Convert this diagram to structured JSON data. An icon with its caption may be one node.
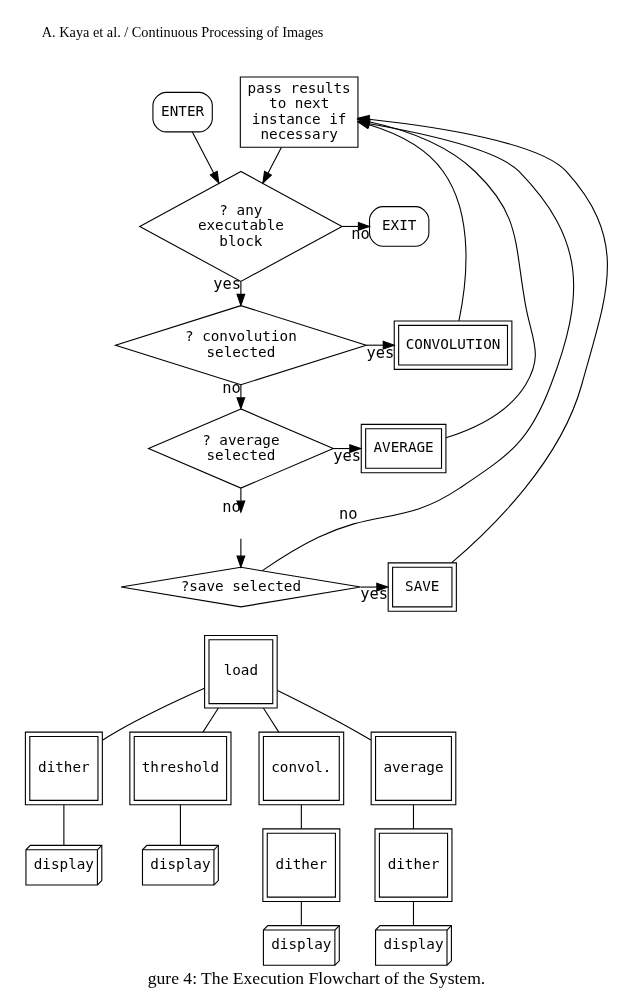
{
  "diagram": {
    "caption": "gure 4: The Execution Flowchart of the System.",
    "nodes": [
      {
        "text": [
          "ENTER"
        ]
      },
      {
        "text": [
          "pass results to next instance if necessary"
        ]
      },
      {
        "text": [
          "? any executable block"
        ]
      },
      {
        "text": [
          "EXIT"
        ]
      },
      {
        "text": [
          "? convolution selected"
        ]
      },
      {
        "text": [
          "CONVOLUTION"
        ]
      },
      {
        "text": [
          "? average selected"
        ]
      },
      {
        "text": [
          "AVERAGE"
        ]
      },
      {
        "text": [
          "?save selected"
        ]
      },
      {
        "text": [
          "SAVE"
        ]
      },
      {
        "text": [
          "load"
        ]
      },
      {
        "text": [
          "dither"
        ]
      },
      {
        "text": [
          "display"
        ]
      },
      {
        "text": [
          "threshold"
        ]
      },
      {
        "text": [
          "display"
        ]
      },
      {
        "text": [
          "convol."
        ]
      },
      {
        "text": [
          "dither"
        ]
      },
      {
        "text": [
          "display"
        ]
      },
      {
        "text": [
          "average"
        ]
      },
      {
        "text": [
          "dither"
        ]
      },
      {
        "text": [
          "display"
        ]
      }
    ],
    "edges": [
      {
        "from": 0,
        "to": 2,
        "arrow": "to"
      },
      {
        "from": 1,
        "to": 2,
        "arrow": "to"
      },
      {
        "from": 2,
        "to": 3,
        "arrow": "to",
        "label": "no"
      },
      {
        "from": 2,
        "to": 4,
        "arrow": "to",
        "label": "yes"
      },
      {
        "from": 4,
        "to": 5,
        "arrow": "to",
        "label": "yes"
      },
      {
        "from": 4,
        "to": 6,
        "arrow": "to",
        "label": "no"
      },
      {
        "from": 6,
        "to": 7,
        "arrow": "to",
        "label": "yes"
      },
      {
        "from": 6,
        "to": null,
        "arrow": "to",
        "label": "no"
      },
      {
        "from": null,
        "to": 8,
        "arrow": "to"
      },
      {
        "from": 8,
        "to": 9,
        "arrow": "to",
        "label": "yes"
      },
      {
        "from": 5,
        "to": 1,
        "arrow": "to"
      },
      {
        "from": 7,
        "to": 1,
        "arrow": "to"
      },
      {
        "from": 9,
        "to": 1,
        "arrow": "to"
      },
      {
        "from": 8,
        "to": 1,
        "arrow": "to",
        "label": "no"
      },
      {
        "from": 10,
        "to": 11,
        "arrow": "none"
      },
      {
        "from": 11,
        "to": 12,
        "arrow": "none"
      },
      {
        "from": 10,
        "to": 13,
        "arrow": "none"
      },
      {
        "from": 13,
        "to": 14,
        "arrow": "none"
      },
      {
        "from": 10,
        "to": 15,
        "arrow": "none"
      },
      {
        "from": 15,
        "to": 16,
        "arrow": "none"
      },
      {
        "from": 16,
        "to": 17,
        "arrow": "none"
      },
      {
        "from": 10,
        "to": 18,
        "arrow": "none"
      },
      {
        "from": 18,
        "to": 19,
        "arrow": "none"
      },
      {
        "from": 19,
        "to": 20,
        "arrow": "none"
      }
    ],
    "labels": [
      "A. Kaya et al. / Continuous Processing of Images"
    ]
  }
}
